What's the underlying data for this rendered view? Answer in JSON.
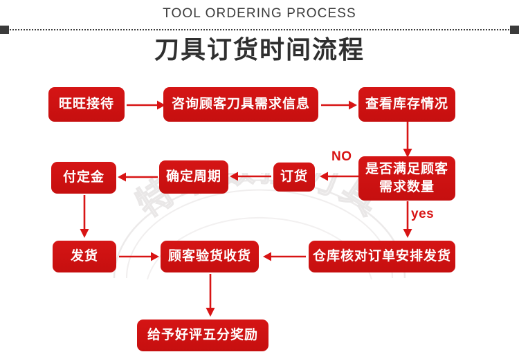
{
  "header": {
    "eyebrow": "TOOL ORDERING PROCESS",
    "title": "刀具订货时间流程"
  },
  "watermark": {
    "text": "特瑞数控刀具"
  },
  "colors": {
    "box_fill": "#cf1212",
    "box_text": "#ffffff",
    "arrow": "#d81414",
    "label": "#d81414",
    "title": "#2f2f2f",
    "divider": "#3b3b3b"
  },
  "flow": {
    "type": "flowchart",
    "nodes": [
      {
        "id": "n1",
        "label": "旺旺接待",
        "row": 1
      },
      {
        "id": "n2",
        "label": "咨询顾客刀具需求信息",
        "row": 1
      },
      {
        "id": "n3",
        "label": "查看库存情况",
        "row": 1
      },
      {
        "id": "n4",
        "label_line1": "是否满足顾客",
        "label_line2": "需求数量",
        "row": 2,
        "shape": "decision"
      },
      {
        "id": "n5",
        "label": "订货",
        "row": 2
      },
      {
        "id": "n6",
        "label": "确定周期",
        "row": 2
      },
      {
        "id": "n7",
        "label": "付定金",
        "row": 2
      },
      {
        "id": "n8",
        "label": "发货",
        "row": 3
      },
      {
        "id": "n9",
        "label": "顾客验货收货",
        "row": 3
      },
      {
        "id": "n10",
        "label": "仓库核对订单安排发货",
        "row": 3
      },
      {
        "id": "n11",
        "label": "给予好评五分奖励",
        "row": 4
      }
    ],
    "edges": [
      {
        "from": "n1",
        "to": "n2",
        "dir": "right"
      },
      {
        "from": "n2",
        "to": "n3",
        "dir": "right"
      },
      {
        "from": "n3",
        "to": "n4",
        "dir": "down"
      },
      {
        "from": "n4",
        "to": "n5",
        "dir": "left",
        "label": "NO"
      },
      {
        "from": "n5",
        "to": "n6",
        "dir": "left"
      },
      {
        "from": "n6",
        "to": "n7",
        "dir": "left"
      },
      {
        "from": "n7",
        "to": "n8",
        "dir": "down"
      },
      {
        "from": "n8",
        "to": "n9",
        "dir": "right"
      },
      {
        "from": "n4",
        "to": "n10",
        "dir": "down",
        "label": "yes"
      },
      {
        "from": "n10",
        "to": "n9",
        "dir": "left"
      },
      {
        "from": "n9",
        "to": "n11",
        "dir": "down"
      }
    ],
    "edge_labels": {
      "no": "NO",
      "yes": "yes"
    }
  }
}
